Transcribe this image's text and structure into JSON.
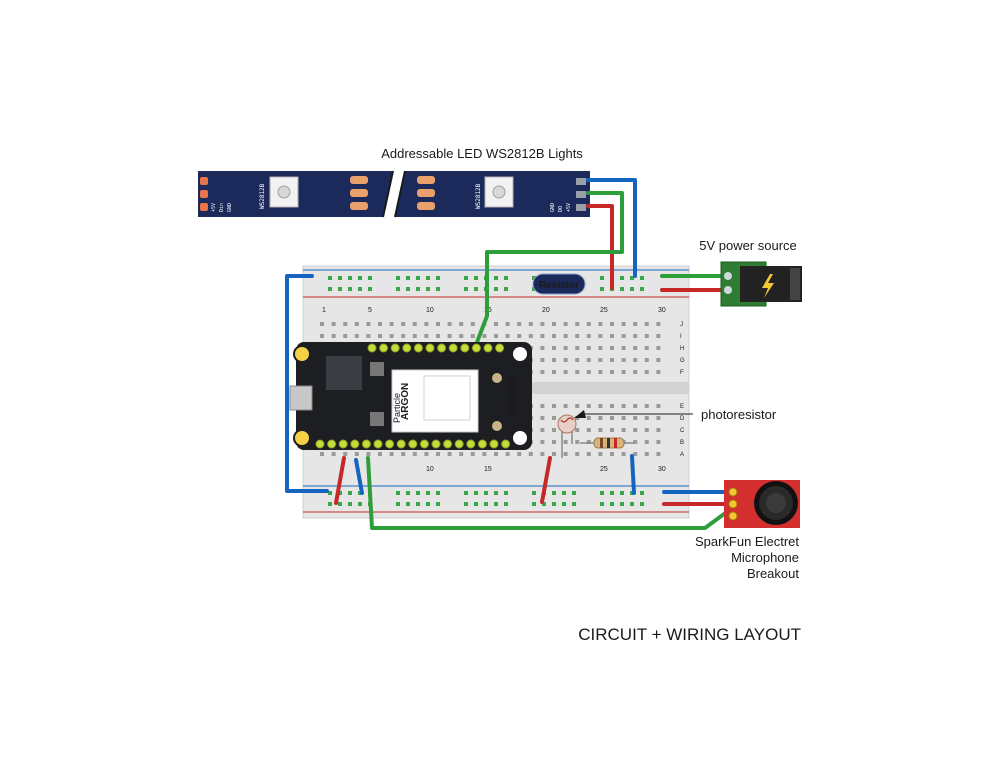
{
  "labels": {
    "led_strip": "Addressable LED WS2812B Lights",
    "power_source": "5V power source",
    "resistor": "Resistor",
    "photoresistor": "photoresistor",
    "microphone": [
      "SparkFun Electret",
      "Microphone",
      "Breakout"
    ],
    "footer": "CIRCUIT + WIRING LAYOUT"
  },
  "led_strip": {
    "chip": "WS2812B",
    "pads_left": [
      "+5V",
      "Din",
      "GND"
    ],
    "pads_right": [
      "+5V",
      "DO",
      "GND"
    ]
  },
  "board": {
    "brand": "Particle",
    "name": "ARGON",
    "module_text": "ARGON"
  },
  "breadboard": {
    "col_numbers": [
      "1",
      "5",
      "10",
      "15",
      "20",
      "25",
      "30"
    ],
    "row_letters_top": [
      "J",
      "I",
      "H",
      "G",
      "F"
    ],
    "row_letters_bottom": [
      "E",
      "D",
      "C",
      "B",
      "A"
    ]
  },
  "wire_colors": {
    "power": "#c62828",
    "ground": "#1565c0",
    "data": "#2e9e3a"
  }
}
